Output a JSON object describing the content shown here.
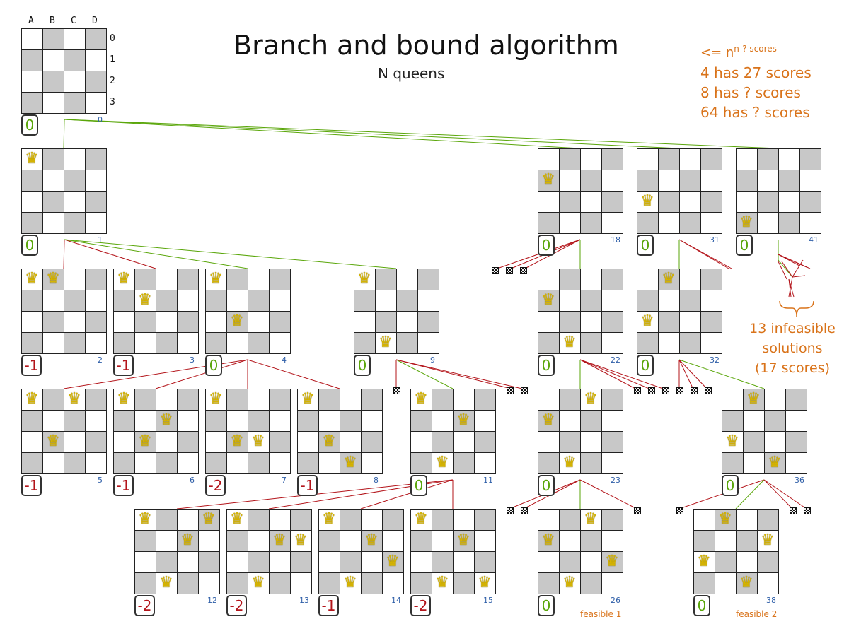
{
  "header": {
    "title": "Branch and bound algorithm",
    "subtitle": "N queens"
  },
  "notes": {
    "bound_prefix": "<= n",
    "bound_sup": "n-? scores",
    "line1": "4 has 27 scores",
    "line2": "8 has ? scores",
    "line3": "64 has ? scores"
  },
  "infeasible": {
    "line1": "13 infeasible",
    "line2": "solutions",
    "line3": "(17 scores)"
  },
  "board_labels": {
    "columns": [
      "A",
      "B",
      "C",
      "D"
    ],
    "rows": [
      "0",
      "1",
      "2",
      "3"
    ]
  },
  "colors": {
    "good": "#5aa60a",
    "bad": "#b3141a",
    "id": "#2f5fa8",
    "accent": "#d9731a",
    "dark_square": "#c8c8c8",
    "light_square": "#ffffff",
    "queen": "#d6b400"
  },
  "icons": {
    "queen": "queen-icon",
    "pruned_board": "pruned-board-icon"
  },
  "nodes": [
    {
      "id": "0",
      "score": "0",
      "queens": []
    },
    {
      "id": "1",
      "score": "0",
      "queens": [
        [
          0,
          0
        ]
      ]
    },
    {
      "id": "18",
      "score": "0",
      "queens": [
        [
          0,
          1
        ]
      ]
    },
    {
      "id": "31",
      "score": "0",
      "queens": [
        [
          0,
          2
        ]
      ]
    },
    {
      "id": "41",
      "score": "0",
      "queens": [
        [
          0,
          3
        ]
      ]
    },
    {
      "id": "2",
      "score": "-1",
      "queens": [
        [
          0,
          0
        ],
        [
          1,
          0
        ]
      ]
    },
    {
      "id": "3",
      "score": "-1",
      "queens": [
        [
          0,
          0
        ],
        [
          1,
          1
        ]
      ]
    },
    {
      "id": "4",
      "score": "0",
      "queens": [
        [
          0,
          0
        ],
        [
          1,
          2
        ]
      ]
    },
    {
      "id": "9",
      "score": "0",
      "queens": [
        [
          0,
          0
        ],
        [
          1,
          3
        ]
      ]
    },
    {
      "id": "22",
      "score": "0",
      "queens": [
        [
          0,
          1
        ],
        [
          1,
          3
        ]
      ]
    },
    {
      "id": "32",
      "score": "0",
      "queens": [
        [
          0,
          2
        ],
        [
          1,
          0
        ]
      ]
    },
    {
      "id": "5",
      "score": "-1",
      "queens": [
        [
          0,
          0
        ],
        [
          1,
          2
        ],
        [
          2,
          0
        ]
      ]
    },
    {
      "id": "6",
      "score": "-1",
      "queens": [
        [
          0,
          0
        ],
        [
          1,
          2
        ],
        [
          2,
          1
        ]
      ]
    },
    {
      "id": "7",
      "score": "-2",
      "queens": [
        [
          0,
          0
        ],
        [
          1,
          2
        ],
        [
          2,
          2
        ]
      ]
    },
    {
      "id": "8",
      "score": "-1",
      "queens": [
        [
          0,
          0
        ],
        [
          1,
          2
        ],
        [
          2,
          3
        ]
      ]
    },
    {
      "id": "11",
      "score": "0",
      "queens": [
        [
          0,
          0
        ],
        [
          1,
          3
        ],
        [
          2,
          1
        ]
      ]
    },
    {
      "id": "23",
      "score": "0",
      "queens": [
        [
          0,
          1
        ],
        [
          1,
          3
        ],
        [
          2,
          0
        ]
      ]
    },
    {
      "id": "36",
      "score": "0",
      "queens": [
        [
          0,
          2
        ],
        [
          1,
          0
        ],
        [
          2,
          3
        ]
      ]
    },
    {
      "id": "12",
      "score": "-2",
      "queens": [
        [
          0,
          0
        ],
        [
          1,
          3
        ],
        [
          2,
          1
        ],
        [
          3,
          0
        ]
      ]
    },
    {
      "id": "13",
      "score": "-2",
      "queens": [
        [
          0,
          0
        ],
        [
          1,
          3
        ],
        [
          2,
          1
        ],
        [
          3,
          1
        ]
      ]
    },
    {
      "id": "14",
      "score": "-1",
      "queens": [
        [
          0,
          0
        ],
        [
          1,
          3
        ],
        [
          2,
          1
        ],
        [
          3,
          2
        ]
      ]
    },
    {
      "id": "15",
      "score": "-2",
      "queens": [
        [
          0,
          0
        ],
        [
          1,
          3
        ],
        [
          2,
          1
        ],
        [
          3,
          3
        ]
      ]
    },
    {
      "id": "26",
      "score": "0",
      "queens": [
        [
          0,
          1
        ],
        [
          1,
          3
        ],
        [
          2,
          0
        ],
        [
          3,
          2
        ]
      ],
      "label": "feasible 1"
    },
    {
      "id": "38",
      "score": "0",
      "queens": [
        [
          0,
          2
        ],
        [
          1,
          0
        ],
        [
          2,
          3
        ],
        [
          3,
          1
        ]
      ],
      "label": "feasible 2"
    }
  ]
}
